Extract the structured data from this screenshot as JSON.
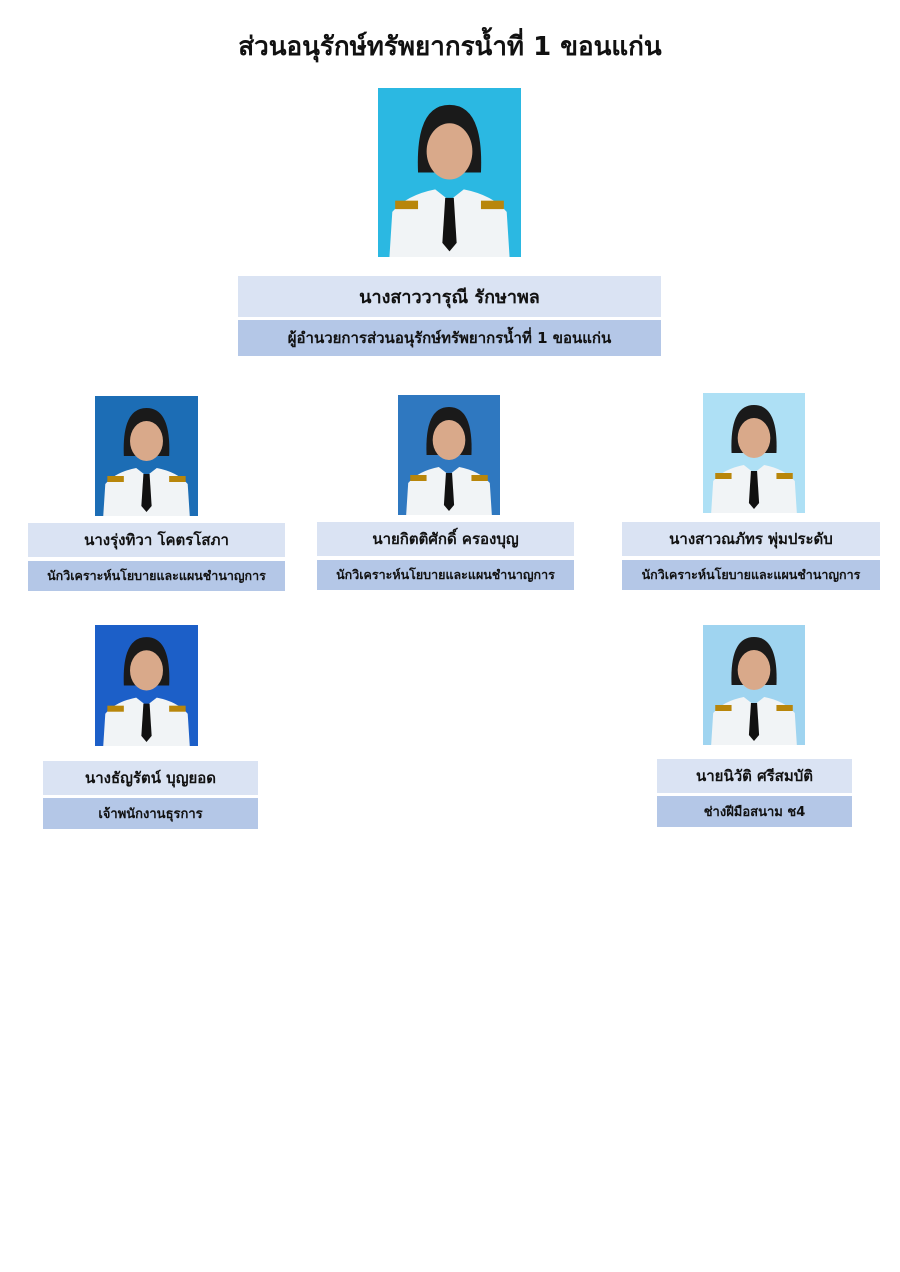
{
  "title": "ส่วนอนุรักษ์ทรัพยากรน้ำที่ 1 ขอนแก่น",
  "director": {
    "name": "นางสาววารุณี  รักษาพล",
    "role": "ผู้อำนวยการส่วนอนุรักษ์ทรัพยากรน้ำที่ 1 ขอนแก่น",
    "photo_bg": "#2bb8e2"
  },
  "staff": [
    {
      "name": "นางรุ่งทิวา  โคตรโสภา",
      "role": "นักวิเคราะห์นโยบายและแผนชำนาญการ",
      "photo_bg": "#1c6db5"
    },
    {
      "name": "นายกิตติศักดิ์  ครองบุญ",
      "role": "นักวิเคราะห์นโยบายและแผนชำนาญการ",
      "photo_bg": "#2f78c0"
    },
    {
      "name": "นางสาวณภัทร  พุ่มประดับ",
      "role": "นักวิเคราะห์นโยบายและแผนชำนาญการ",
      "photo_bg": "#aee0f5"
    },
    {
      "name": "นางธัญรัตน์  บุญยอด",
      "role": "เจ้าพนักงานธุรการ",
      "photo_bg": "#1c5fc8"
    },
    {
      "name": "นายนิวัติ  ศรีสมบัติ",
      "role": "ช่างฝีมือสนาม ช4",
      "photo_bg": "#9fd4f0"
    }
  ]
}
